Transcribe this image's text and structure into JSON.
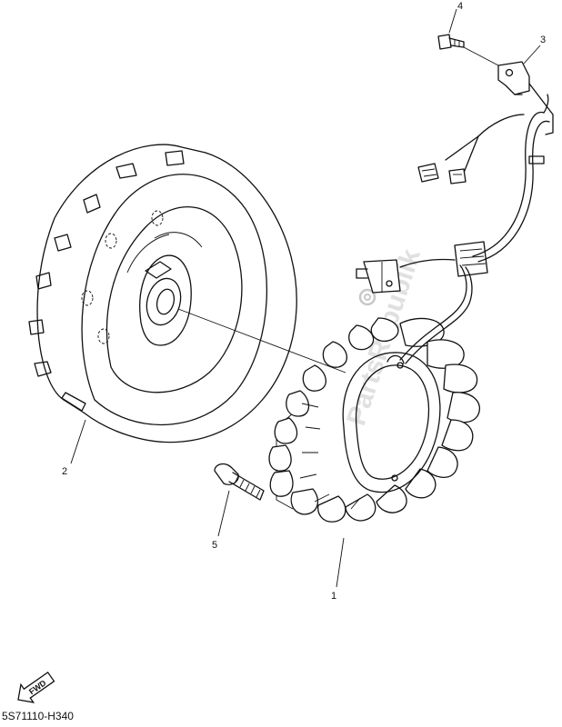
{
  "callouts": [
    {
      "label": "1"
    },
    {
      "label": "2"
    },
    {
      "label": "3"
    },
    {
      "label": "4"
    },
    {
      "label": "5"
    }
  ],
  "watermark": "PartsRepublik",
  "fwd_label": "FWD",
  "diagram_code": "5S71110-H340"
}
